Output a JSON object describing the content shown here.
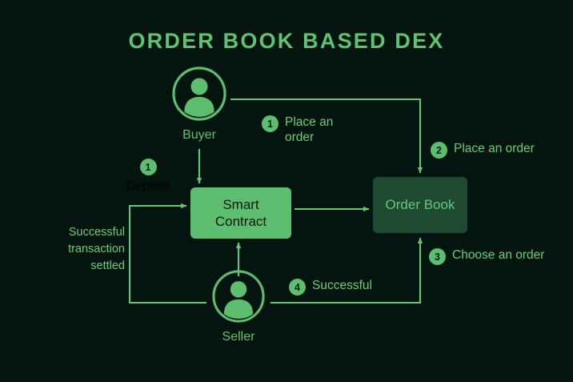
{
  "title": "ORDER BOOK BASED DEX",
  "colors": {
    "background": "#04140e",
    "accent_green": "#5cbe6e",
    "text_green": "#66cd7c",
    "title_green": "#5cc472",
    "order_book_fill": "#1e4a32",
    "smart_contract_fill": "#5cbe6e",
    "smart_contract_text": "#08180f",
    "line_green": "#62c878"
  },
  "nodes": {
    "buyer": {
      "label": "Buyer",
      "icon": "person-icon"
    },
    "seller": {
      "label": "Seller",
      "icon": "person-icon"
    },
    "smart_contract": {
      "label": "Smart\nContract"
    },
    "order_book": {
      "label": "Order Book"
    }
  },
  "steps": [
    {
      "number": "1",
      "text": "Place an\norder",
      "id": "step-1-buyer"
    },
    {
      "number": "2",
      "text": "Place an order",
      "id": "step-2"
    },
    {
      "number": "3",
      "text": "Choose an order",
      "id": "step-3"
    },
    {
      "number": "4",
      "text": "Successful",
      "id": "step-4"
    },
    {
      "number": "1",
      "text": "Deposit",
      "id": "step-1-deposit"
    }
  ],
  "annotations": {
    "settled": "Successful\ntransaction\nsettled"
  }
}
